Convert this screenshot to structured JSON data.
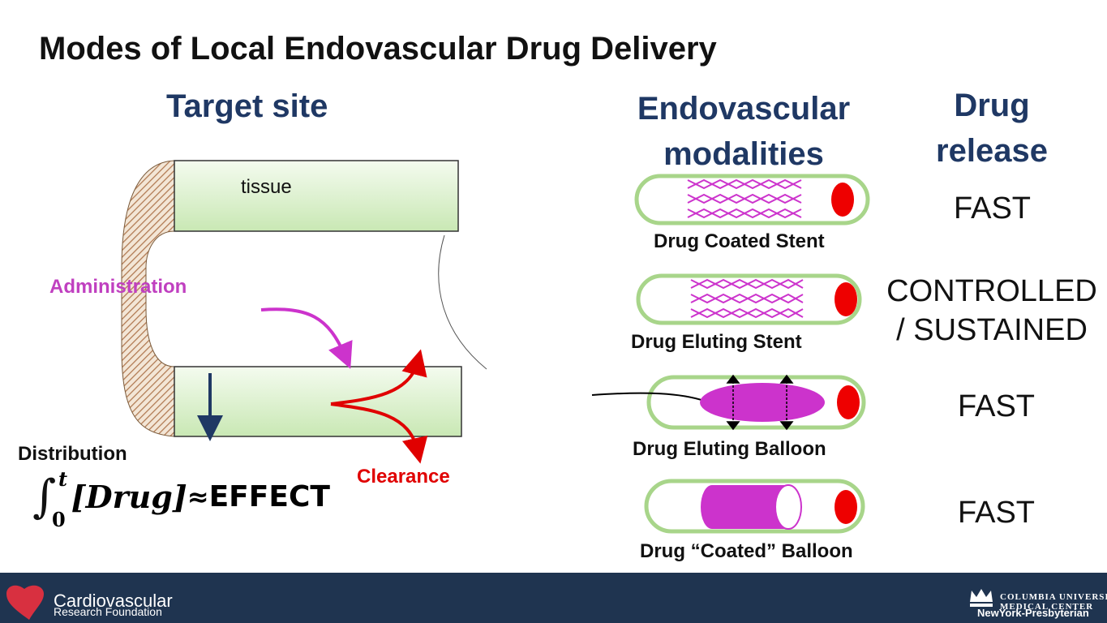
{
  "title": "Modes of Local Endovascular Drug Delivery",
  "headers": {
    "target_site": "Target site",
    "endovascular_line1": "Endovascular",
    "endovascular_line2": "modalities",
    "drug_release_line1": "Drug",
    "drug_release_line2": "release"
  },
  "vessel": {
    "tissue": "tissue",
    "administration": "Administration",
    "distribution": "Distribution",
    "clearance": "Clearance"
  },
  "formula": {
    "integral": "∫",
    "upper": "t",
    "lower": "0",
    "expression": "[Drug]",
    "approx": "≈",
    "effect": "EFFECT"
  },
  "modalities": [
    {
      "label": "Drug Coated Stent",
      "release": "FAST"
    },
    {
      "label": "Drug Eluting Stent",
      "release_line1": "CONTROLLED",
      "release_line2": "/ SUSTAINED"
    },
    {
      "label": "Drug Eluting Balloon",
      "release": "FAST"
    },
    {
      "label": "Drug “Coated” Balloon",
      "release": "FAST"
    }
  ],
  "footer": {
    "crf_name": "Cardiovascular",
    "crf_sub": "Research Foundation",
    "cumc_line1": "COLUMBIA UNIVERSITY",
    "cumc_line2": "MEDICAL CENTER",
    "nyp": "NewYork-Presbyterian"
  },
  "colors": {
    "header_navy": "#1f3864",
    "magenta": "#cc33cc",
    "red": "#e00000",
    "tissue_green": "#d8efc8",
    "tube_green": "#a8d58a",
    "footer_navy": "#1f3450"
  }
}
